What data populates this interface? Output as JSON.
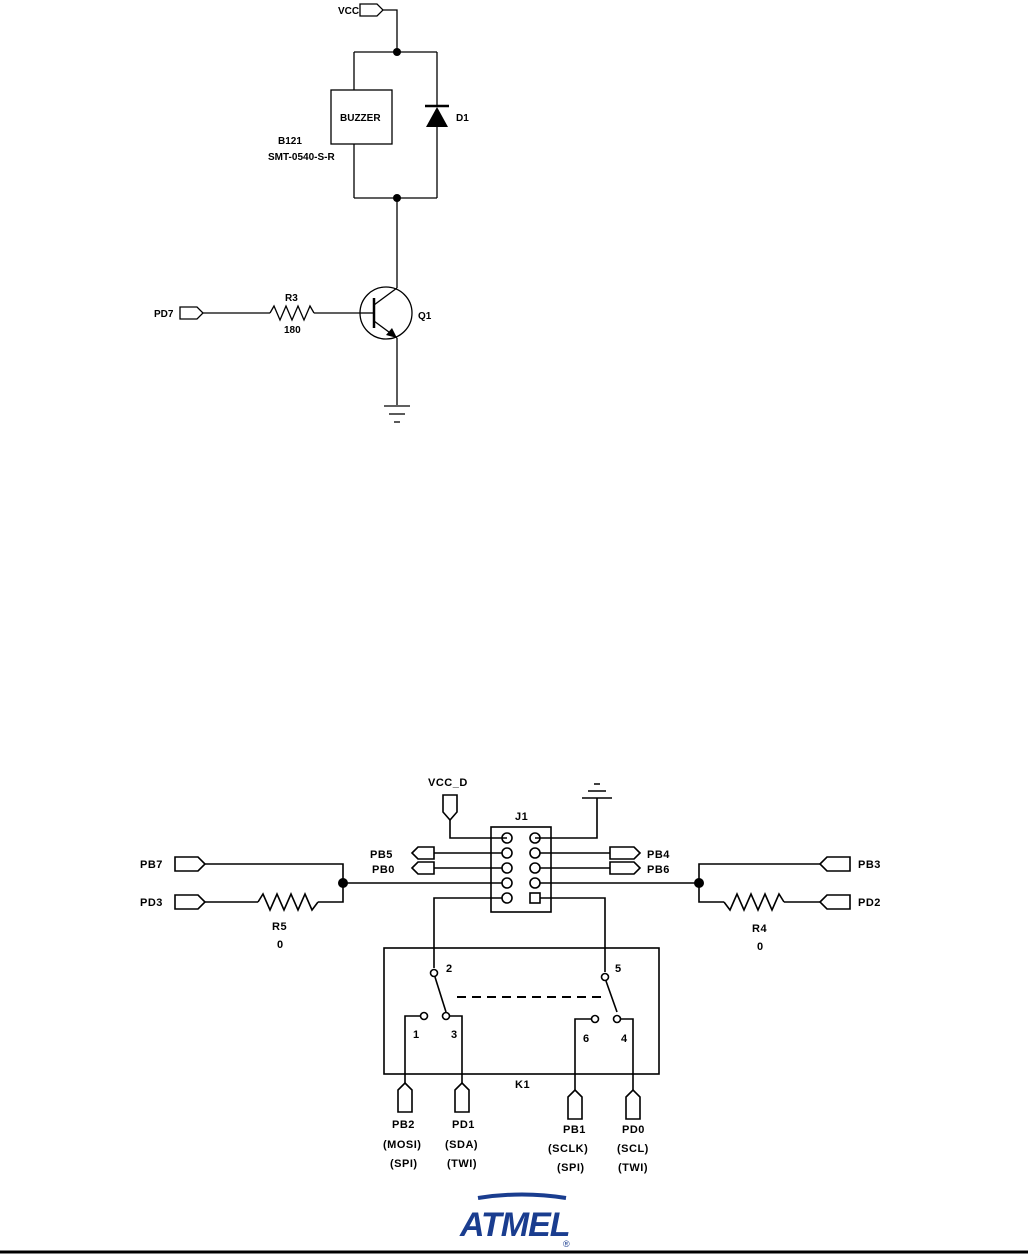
{
  "buzzer_circuit": {
    "vcc": "VCC",
    "buzzer": "BUZZER",
    "buzzer_ref": "B121",
    "buzzer_part": "SMT-0540-S-R",
    "diode": "D1",
    "transistor": "Q1",
    "resistor": "R3",
    "resistor_value": "180",
    "input": "PD7"
  },
  "interface_circuit": {
    "vcc": "VCC_D",
    "connector": "J1",
    "left_top_pins": [
      "PB5",
      "PB0"
    ],
    "right_top_pins": [
      "PB4",
      "PB6"
    ],
    "pb7": "PB7",
    "pd3": "PD3",
    "pb3": "PB3",
    "pd2": "PD2",
    "r5": "R5",
    "r5_value": "0",
    "r4": "R4",
    "r4_value": "0",
    "switch": "K1",
    "pin_numbers": [
      "1",
      "2",
      "3",
      "4",
      "5",
      "6"
    ],
    "bottom_pins": [
      {
        "name": "PB2",
        "role1": "(MOSI)",
        "role2": "(SPI)"
      },
      {
        "name": "PD1",
        "role1": "(SDA)",
        "role2": "(TWI)"
      },
      {
        "name": "PB1",
        "role1": "(SCLK)",
        "role2": "(SPI)"
      },
      {
        "name": "PD0",
        "role1": "(SCL)",
        "role2": "(TWI)"
      }
    ]
  },
  "footer": {
    "logo": "ATMEL",
    "registered": "®"
  }
}
